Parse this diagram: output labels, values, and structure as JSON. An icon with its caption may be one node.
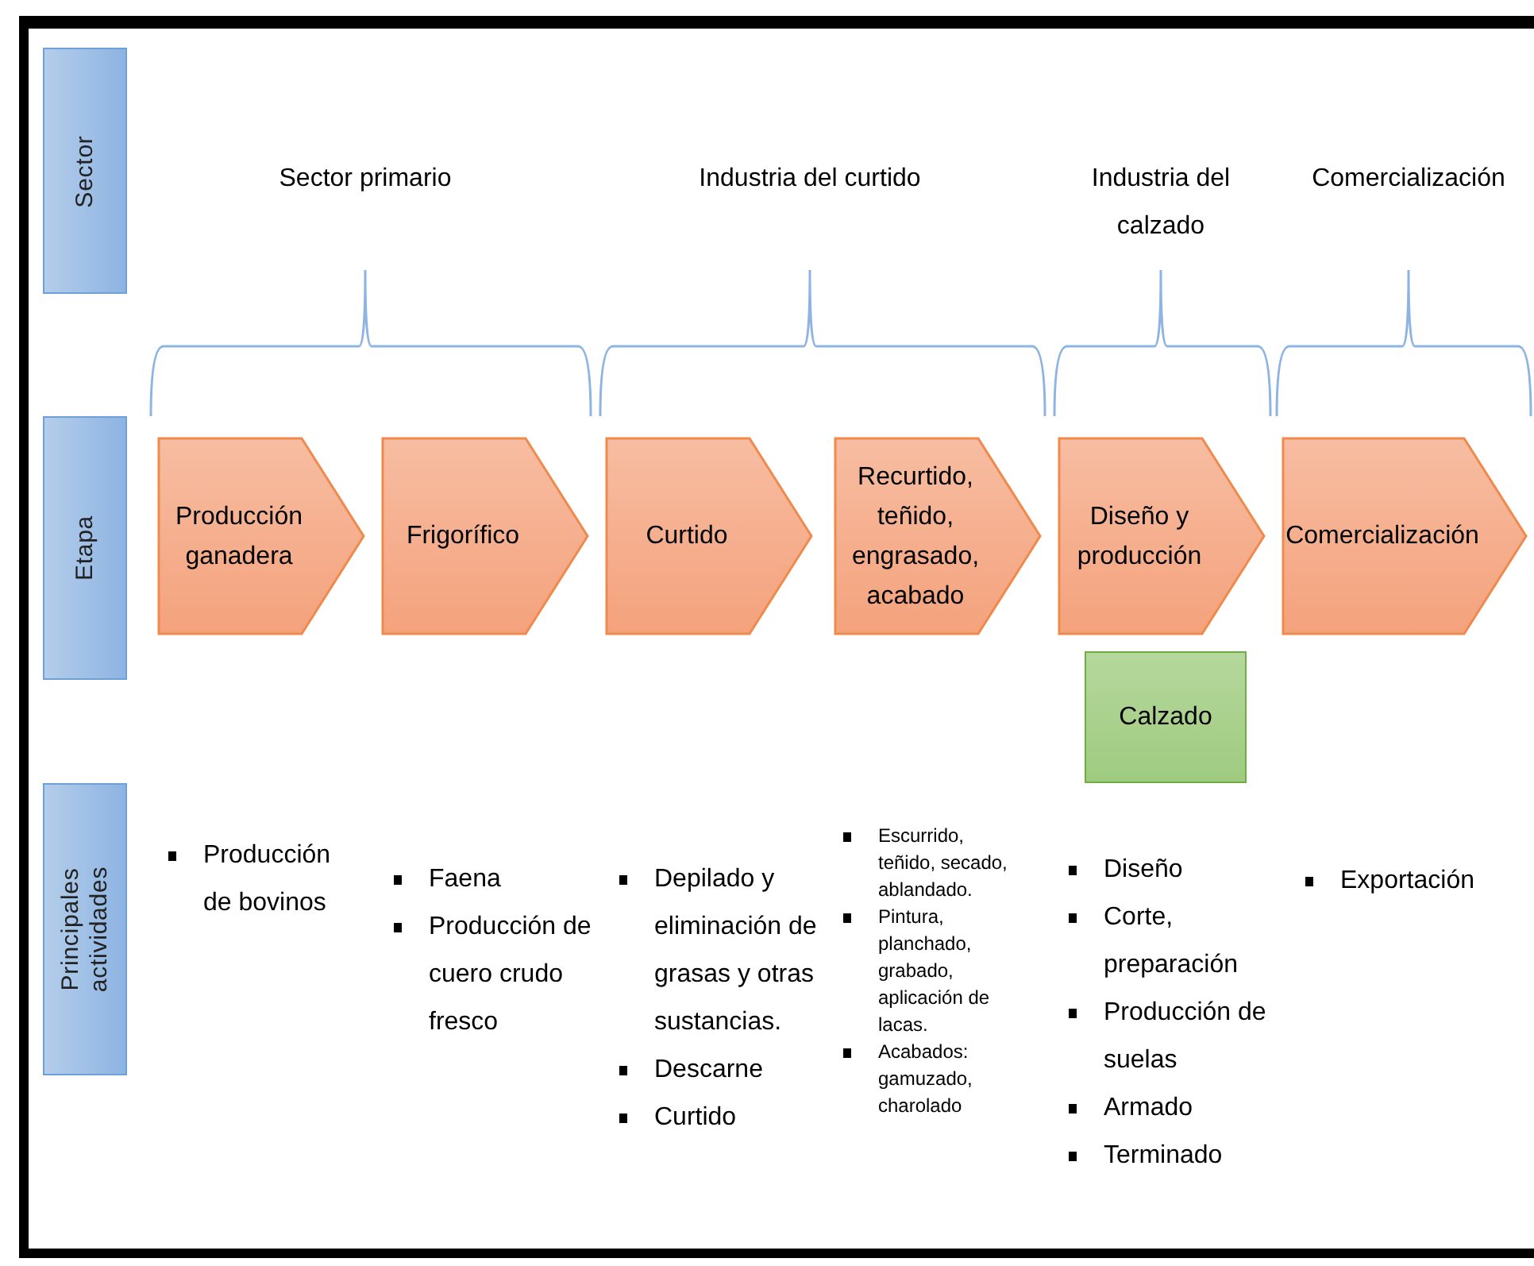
{
  "diagram": {
    "nodes": [
      {
        "text": [
          "Sector"
        ]
      },
      {
        "text": [
          "Etapa"
        ]
      },
      {
        "text": [
          "Principales actividades"
        ]
      },
      {
        "text": [
          "Producción ganadera"
        ]
      },
      {
        "text": [
          "Frigorífico"
        ]
      },
      {
        "text": [
          "Curtido"
        ]
      },
      {
        "text": [
          "Recurtido, teñido, engrasado, acabado"
        ]
      },
      {
        "text": [
          "Diseño y producción"
        ]
      },
      {
        "text": [
          "Comercialización"
        ]
      },
      {
        "text": [
          "Calzado"
        ]
      }
    ],
    "labels": [
      "Sector primario",
      "Industria del curtido",
      "Industria del calzado",
      "Comercialización",
      "Producción de bovinos",
      "Faena",
      "Producción de cuero crudo fresco",
      "Depilado y eliminación de grasas y otras sustancias.",
      "Descarne",
      "Curtido",
      "Escurrido, teñido, secado, ablandado.",
      "Pintura, planchado, grabado, aplicación de lacas.",
      "Acabados: gamuzado, charolado",
      "Diseño",
      "Corte, preparación",
      "Producción de suelas",
      "Armado",
      "Terminado",
      "Exportación"
    ]
  }
}
